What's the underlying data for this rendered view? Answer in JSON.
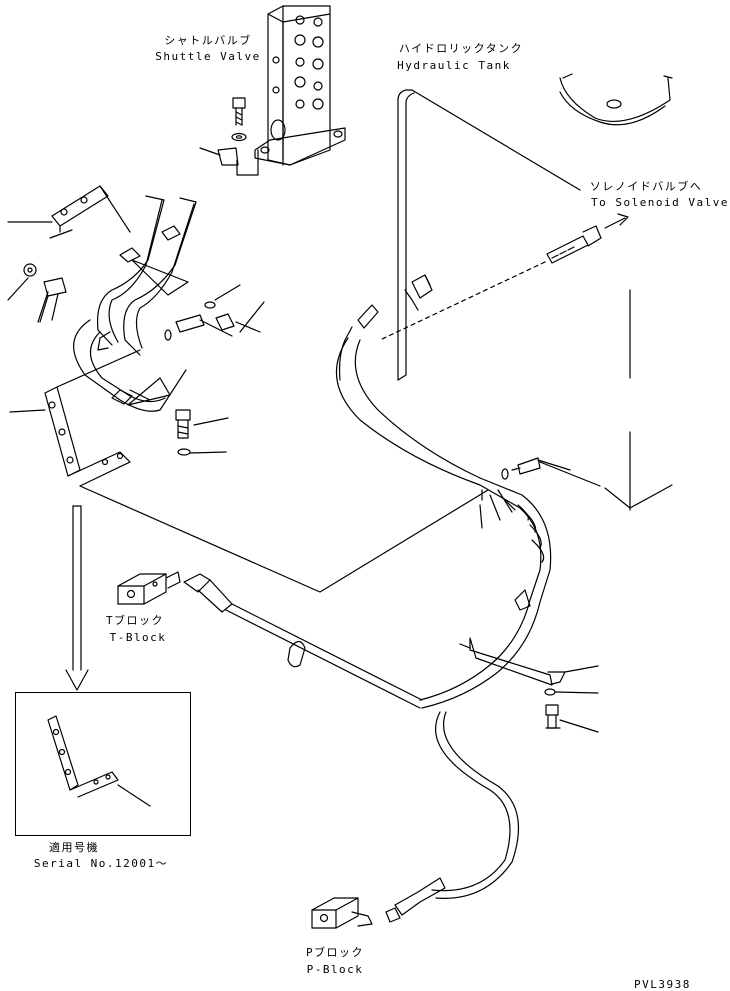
{
  "labels": {
    "shuttle_valve_jp": "シャトルバルブ",
    "shuttle_valve_en": "Shuttle Valve",
    "hydraulic_tank_jp": "ハイドロリックタンク",
    "hydraulic_tank_en": "Hydraulic Tank",
    "solenoid_valve_jp": "ソレノイドバルブへ",
    "solenoid_valve_en": "To Solenoid Valve",
    "t_block_jp": "Tブロック",
    "t_block_en": "T-Block",
    "p_block_jp": "Pブロック",
    "p_block_en": "P-Block",
    "serial_jp": "適用号機",
    "serial_en": "Serial No.12001～",
    "drawing_code": "PVL3938"
  }
}
